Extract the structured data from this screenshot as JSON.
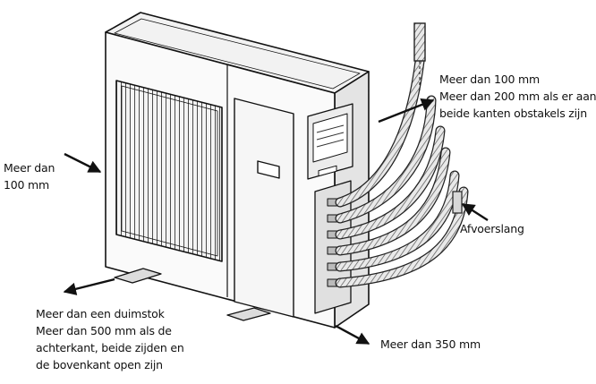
{
  "labels": {
    "left": [
      "Meer dan",
      "100 mm"
    ],
    "top": [
      "Meer dan 100 mm",
      "Meer dan 200 mm als er aan",
      "beide kanten obstakels zijn"
    ],
    "drain": "Afvoerslang",
    "bottom": [
      "Meer dan een duimstok",
      "Meer dan 500 mm als de",
      "achterkant, beide zijden en",
      "de bovenkant open zijn"
    ],
    "front": "Meer dan 350 mm"
  }
}
